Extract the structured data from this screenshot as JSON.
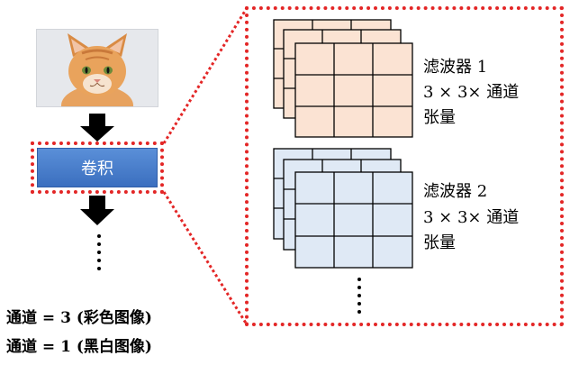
{
  "conv_label": "卷积",
  "filters": [
    {
      "name": "滤波器 1",
      "dims": "3 × 3× 通道",
      "kind": "张量"
    },
    {
      "name": "滤波器 2",
      "dims": "3 × 3× 通道",
      "kind": "张量"
    }
  ],
  "notes": [
    "通道 = 3 (彩色图像)",
    "通道 = 1 (黑白图像)"
  ],
  "colors": {
    "filter1_fill": "#fbe3d3",
    "filter2_fill": "#dfe9f5",
    "dotted_border": "#e32626",
    "conv_button": "#4a7fcf"
  }
}
